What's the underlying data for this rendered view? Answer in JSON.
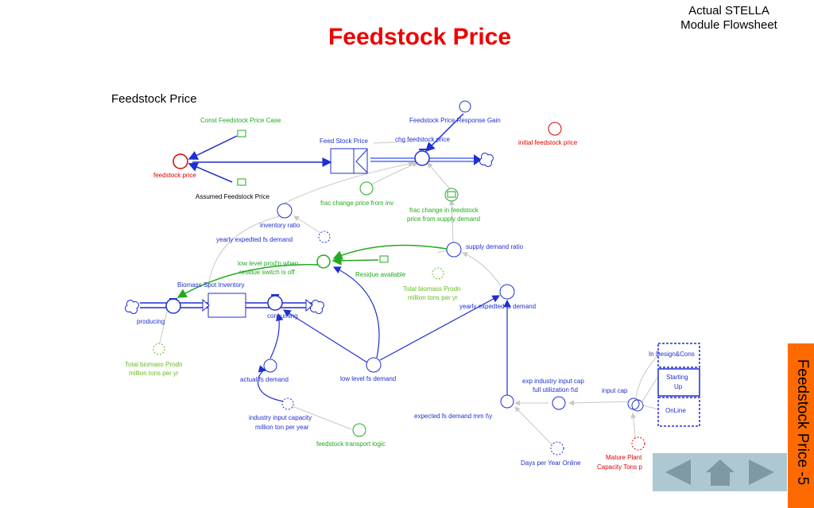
{
  "slide": {
    "title": "Feedstock Price",
    "corner_note_line1": "Actual STELLA",
    "corner_note_line2": "Module Flowsheet",
    "side_tab": "Feedstock Price -5"
  },
  "diagram": {
    "sector_label": "Feedstock Price",
    "labels": {
      "const_price_case": "Const Feedstock Price Case",
      "feedstock_price": "feedstock price",
      "assumed_price": "Assumed Feedstock Price",
      "feed_stock_price_stock": "Feed Stock Price",
      "chg_price": "chg feedstock price",
      "response_gain": "Feedstock Price Response Gain",
      "initial_price": "initial feedstock price",
      "frac_change_inv": "frac change price from inv",
      "frac_change_supply_1": "frac change in feedstock",
      "frac_change_supply_2": "price from supply demand",
      "inventory_ratio": "inventory ratio",
      "yearly_expected_1": "yearly expedted fs demand",
      "supply_demand_ratio": "supply demand ratio",
      "low_level_1": "low level prod'n when",
      "low_level_2": "residue switch is off",
      "residue_available": "Residue available",
      "biomass_spot_inventory": "Biomass Spot Inventory",
      "total_biomass_a_1": "Total biomass Prodn",
      "total_biomass_a_2": "million tons per yr",
      "yearly_expected_2": "yearly expedted fs demand",
      "producing": "producing",
      "consuming": "consuming",
      "total_biomass_b_1": "Total biomass Prodn",
      "total_biomass_b_2": "million tons per yr",
      "actual_fs_demand": "actual fs demand",
      "low_level_fs_demand": "low level fs demand",
      "exp_industry_1": "exp industry input cap",
      "exp_industry_2": "full utilization t\\d",
      "input_cap": "input cap",
      "expected_fs_demand": "expected fs demand  mm t\\y",
      "industry_capacity_1": "industry input capacity",
      "industry_capacity_2": "million ton per year",
      "transport_logic": "feedstock transport logic",
      "days_per_year": "Days per Year Online",
      "mature_plant_1": "Mature Plant",
      "mature_plant_2": "Capacity Tons p",
      "in_design": "In Design&Cons",
      "starting_1": "Starting",
      "starting_2": "Up",
      "online": "OnLine"
    }
  },
  "colors": {
    "title": "#ee0000",
    "blue": "#1f2fd0",
    "green": "#22aa22",
    "lime": "#66bb22",
    "red": "#dd0000",
    "gray": "#c8c8c8",
    "side_tab": "#ff6a00",
    "nav_bg": "#aec8d2",
    "nav_icon": "#7f98a4"
  },
  "navigation": {
    "prev": "left-arrow-icon",
    "home": "home-icon",
    "next": "right-arrow-icon"
  }
}
